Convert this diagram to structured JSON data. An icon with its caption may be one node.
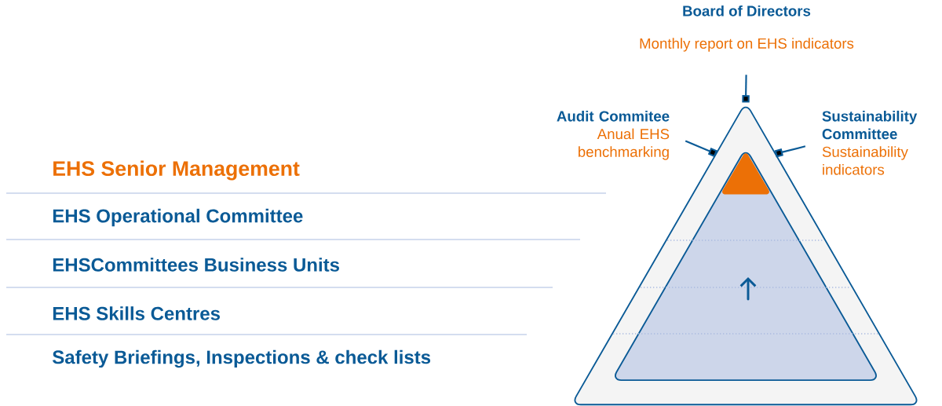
{
  "diagram": {
    "nodes": [
      {
        "text": [
          "Board of Directors",
          "Monthly report on EHS indicators"
        ]
      },
      {
        "text": [
          "Audit Commitee",
          "Anual EHS benchmarking"
        ]
      },
      {
        "text": [
          "Sustainability Committee",
          "Sustainability indicators"
        ]
      },
      {
        "text": [],
        "shape": "triangle"
      },
      {
        "text": [],
        "shape": "triangle",
        "in": 3
      }
    ],
    "edges": [
      {
        "from": 0,
        "to": 3,
        "arrow": "other"
      },
      {
        "from": 1,
        "to": 3,
        "arrow": "other"
      },
      {
        "from": 2,
        "to": 3,
        "arrow": "other"
      }
    ],
    "labels": [
      "EHS Senior Management",
      "EHS Operational Committee",
      "EHSCommittees Business Units",
      "EHS Skills Centres",
      "Safety Briefings, Inspections & check lists"
    ]
  }
}
